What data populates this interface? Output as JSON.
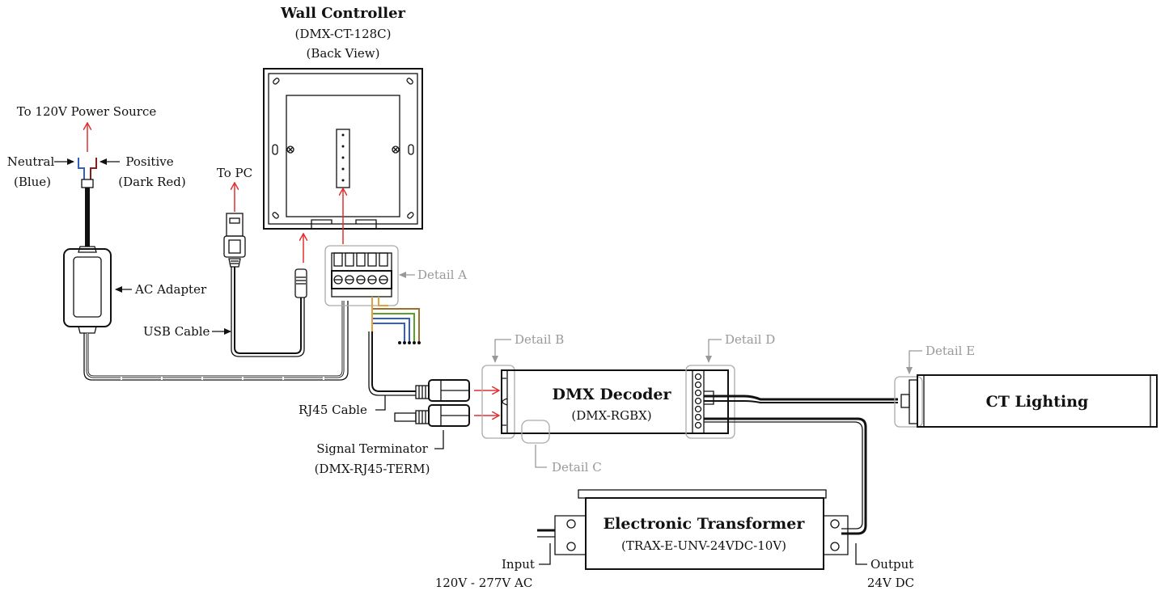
{
  "wall_controller": {
    "title": "Wall Controller",
    "model": "(DMX-CT-128C)",
    "view": "(Back View)"
  },
  "power": {
    "source": "To 120V Power Source",
    "neutral": "Neutral",
    "neutral_color": "(Blue)",
    "positive": "Positive",
    "positive_color": "(Dark Red)",
    "adapter": "AC Adapter"
  },
  "usb": {
    "to_pc": "To PC",
    "cable": "USB Cable"
  },
  "details": {
    "a": "Detail A",
    "b": "Detail B",
    "c": "Detail C",
    "d": "Detail D",
    "e": "Detail E"
  },
  "rj45": {
    "cable": "RJ45 Cable",
    "terminator": "Signal Terminator",
    "terminator_model": "(DMX-RJ45-TERM)"
  },
  "decoder": {
    "title": "DMX Decoder",
    "model": "(DMX-RGBX)"
  },
  "lighting": {
    "title": "CT Lighting"
  },
  "transformer": {
    "title": "Electronic Transformer",
    "model": "(TRAX-E-UNV-24VDC-10V)",
    "input": "Input",
    "input_range": "120V - 277V AC",
    "output": "Output",
    "output_value": "24V DC"
  },
  "colors": {
    "arrow": "#e03030",
    "neutral_wire": "#3060c0",
    "positive_wire": "#8b1a1a",
    "detail": "#999999",
    "wire_green": "#5aa02c",
    "wire_brown": "#a0702a",
    "wire_orange": "#e0a040"
  }
}
